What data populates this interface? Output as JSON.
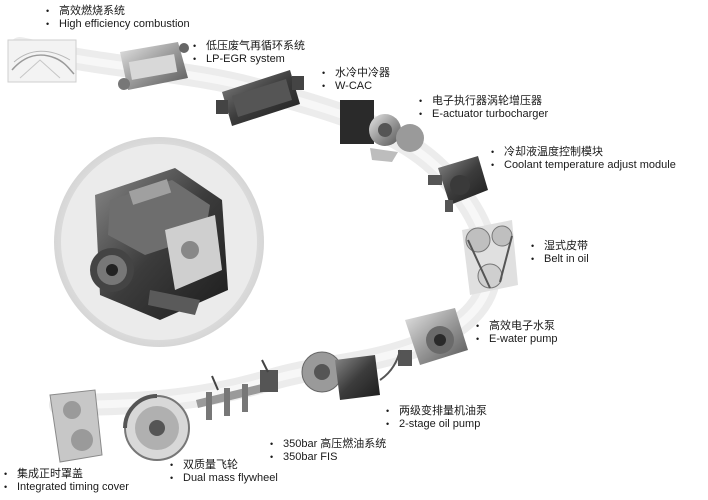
{
  "components": [
    {
      "id": "combustion",
      "zh": "高效燃烧系统",
      "en": "High efficiency combustion",
      "icon": "combustion-chamber-icon"
    },
    {
      "id": "lp-egr",
      "zh": "低压废气再循环系统",
      "en": "LP-EGR system",
      "icon": "egr-cooler-icon"
    },
    {
      "id": "wcac",
      "zh": "水冷中冷器",
      "en": "W-CAC",
      "icon": "intercooler-icon"
    },
    {
      "id": "turbo",
      "zh": "电子执行器涡轮增压器",
      "en": "E-actuator turbocharger",
      "icon": "turbocharger-icon"
    },
    {
      "id": "coolant",
      "zh": "冷却液温度控制模块",
      "en": "Coolant temperature adjust module",
      "icon": "coolant-module-icon"
    },
    {
      "id": "belt",
      "zh": "湿式皮带",
      "en": "Belt in oil",
      "icon": "belt-icon"
    },
    {
      "id": "water-pump",
      "zh": "高效电子水泵",
      "en": "E-water pump",
      "icon": "water-pump-icon"
    },
    {
      "id": "oil-pump",
      "zh": "两级变排量机油泵",
      "en": "2-stage oil pump",
      "icon": "oil-pump-icon"
    },
    {
      "id": "fis",
      "zh": "350bar 高压燃油系统",
      "en": "350bar FIS",
      "icon": "fuel-injection-icon"
    },
    {
      "id": "flywheel",
      "zh": "双质量飞轮",
      "en": "Dual mass flywheel",
      "icon": "flywheel-icon"
    },
    {
      "id": "timing-cover",
      "zh": "集成正时罩盖",
      "en": "Integrated timing cover",
      "icon": "timing-cover-icon"
    }
  ],
  "bullet": "•"
}
